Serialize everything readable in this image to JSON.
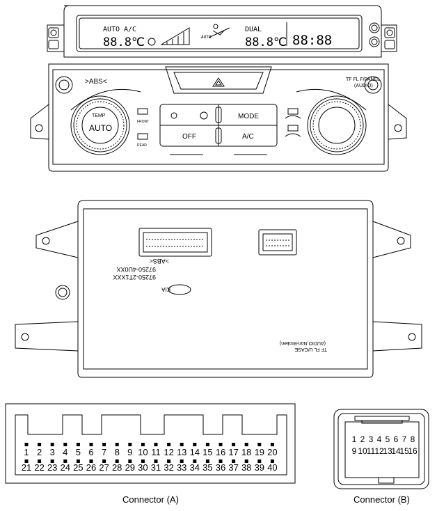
{
  "front_panel": {
    "display": {
      "auto": "AUTO",
      "ac": "A/C",
      "temp_left": "88.8℃",
      "auto_small": "AUTO",
      "dual": "DUAL",
      "temp_right": "88.8℃",
      "clock": "88:88"
    },
    "abs_label": ">ABS<",
    "panel_code": "TF FL F/PANEL",
    "panel_code_sub": "(AUDIO)",
    "temp_label": "TEMP",
    "knob_label": "AUTO",
    "front_label": "FRONT",
    "rear_label": "REAR",
    "mode_label": "MODE",
    "off_label": "OFF",
    "ac_button": "A/C"
  },
  "rear_panel": {
    "part_numbers": [
      "97250-2T1XXX",
      "97250-4U0XX"
    ],
    "abs_label": ">ABS<",
    "brand": "KIA",
    "label_line1": "TF FL U/CASE",
    "label_line2": "(AUDIO,Non-Broken)"
  },
  "connector_a": {
    "caption": "Connector (A)",
    "top_pins": [
      "1",
      "2",
      "3",
      "4",
      "5",
      "6",
      "7",
      "8",
      "9",
      "10",
      "11",
      "12",
      "13",
      "14",
      "15",
      "16",
      "17",
      "18",
      "19",
      "20"
    ],
    "bottom_pins": [
      "21",
      "22",
      "23",
      "24",
      "25",
      "26",
      "27",
      "28",
      "29",
      "30",
      "31",
      "32",
      "33",
      "34",
      "35",
      "36",
      "37",
      "38",
      "39",
      "40"
    ]
  },
  "connector_b": {
    "caption": "Connector (B)",
    "top_pins": [
      "1",
      "2",
      "3",
      "4",
      "5",
      "6",
      "7",
      "8"
    ],
    "bottom_pins": [
      "9",
      "10",
      "11",
      "12",
      "13",
      "14",
      "15",
      "16"
    ]
  }
}
